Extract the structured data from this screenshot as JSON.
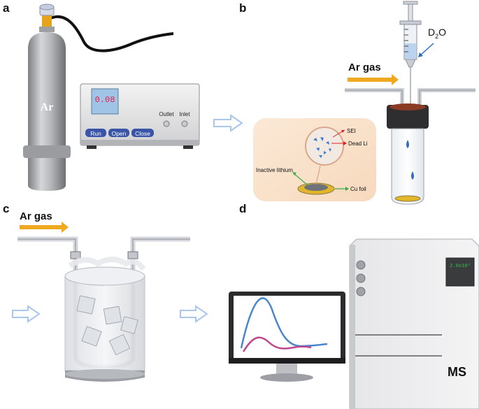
{
  "panels": {
    "a": {
      "letter": "a",
      "cylinder_label": "Ar",
      "controller": {
        "display_value": "0.08",
        "buttons": [
          "Run",
          "Open",
          "Close"
        ],
        "port_labels": [
          "Outlet",
          "Inlet"
        ]
      }
    },
    "b": {
      "letter": "b",
      "gas_label": "Ar gas",
      "reagent_label": "D",
      "reagent_sub": "2",
      "reagent_tail": "O",
      "inset": {
        "sei_label": "SEI",
        "dead_li_label": "Dead Li",
        "inactive_label": "Inactive lithium",
        "cu_label": "Cu foil"
      }
    },
    "c": {
      "letter": "c",
      "gas_label": "Ar gas"
    },
    "d": {
      "letter": "d",
      "ms_label": "MS",
      "ms_display": "2.0x10⁴"
    }
  },
  "colors": {
    "arrow_orange": "#F0A81E",
    "flow_arrow": "#A9C6EE",
    "display_red": "#E8204A",
    "button_blue": "#3A55A8",
    "curve_blue": "#4A86CC",
    "curve_magenta": "#C0468E",
    "ms_green": "#36C24A"
  }
}
